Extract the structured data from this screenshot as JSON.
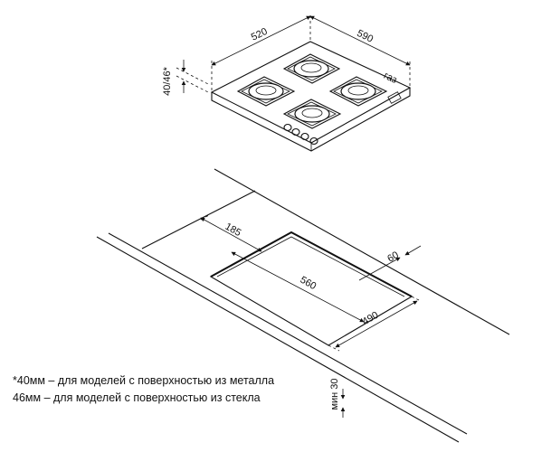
{
  "hob": {
    "width_label": "520",
    "depth_label": "590",
    "height_label": "40/46*",
    "gas_label": "газ"
  },
  "cutout": {
    "offset_label": "185",
    "length_label": "560",
    "depth_label": "490",
    "edge_label": "60",
    "min_thickness_label": "мин 30"
  },
  "notes": [
    "*40мм – для моделей с поверхностью из металла",
    "46мм – для моделей с поверхностью из стекла"
  ]
}
